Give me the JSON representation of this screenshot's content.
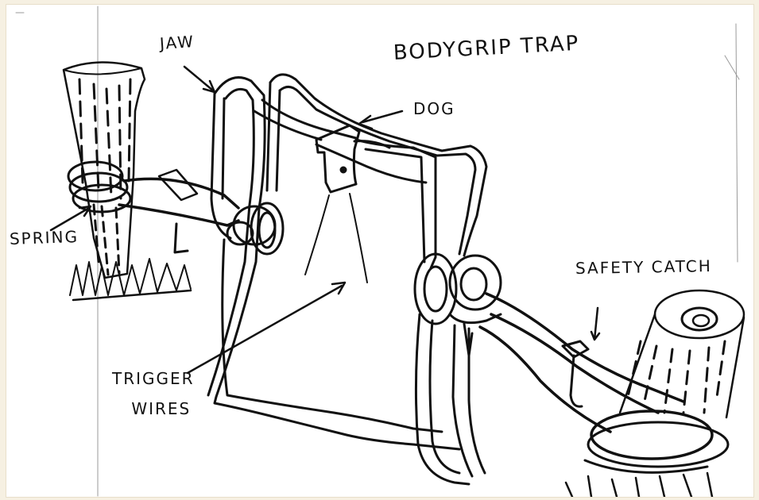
{
  "diagram": {
    "title": "BODYGRIP TRAP",
    "labels": {
      "jaw": "JAW",
      "dog": "DOG",
      "spring": "SPRING",
      "safety_catch": "SAFETY CATCH",
      "trigger_line1": "TRIGGER",
      "trigger_line2": "WIRES"
    },
    "colors": {
      "ink": "#111111",
      "paper": "#ffffff",
      "border": "#f3ecdd"
    }
  }
}
